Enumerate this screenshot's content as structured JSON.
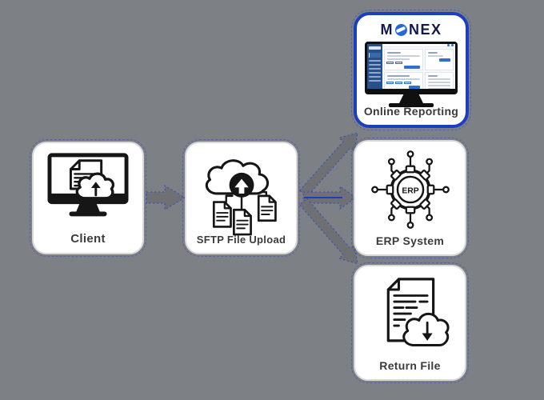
{
  "diagram": {
    "background": "#7d8084",
    "nodes": {
      "client": {
        "label": "Client",
        "icon": "monitor-cloud-upload-icon"
      },
      "sftp": {
        "label": "SFTP File Upload",
        "icon": "cloud-upload-documents-icon"
      },
      "online_reporting": {
        "label": "Online Reporting",
        "logo_prefix": "M",
        "logo_suffix": "NEX",
        "icon": "monitor-dashboard-icon"
      },
      "erp": {
        "label": "ERP System",
        "icon_text": "ERP",
        "icon": "erp-gear-circuit-icon"
      },
      "return_file": {
        "label": "Return File",
        "icon": "document-cloud-download-icon"
      }
    },
    "connections": [
      {
        "label": "Client to SFTP File Upload"
      },
      {
        "label": "SFTP File Upload to Online Reporting"
      },
      {
        "label": "SFTP File Upload to ERP System"
      },
      {
        "label": "SFTP File Upload to Return File"
      }
    ],
    "colors": {
      "background": "#7d8084",
      "highlight_border": "#1a3fc0",
      "logo_navy": "#13194d",
      "logo_o_blue": "#2668d9",
      "icon_stroke": "#161616",
      "arrow_fill": "#6e7074",
      "arrow_outline": "#2b49cb",
      "dashboard_sidebar": "#27508f",
      "dashboard_accent": "#2e6fd6",
      "label_color": "#3b3b3b"
    }
  }
}
